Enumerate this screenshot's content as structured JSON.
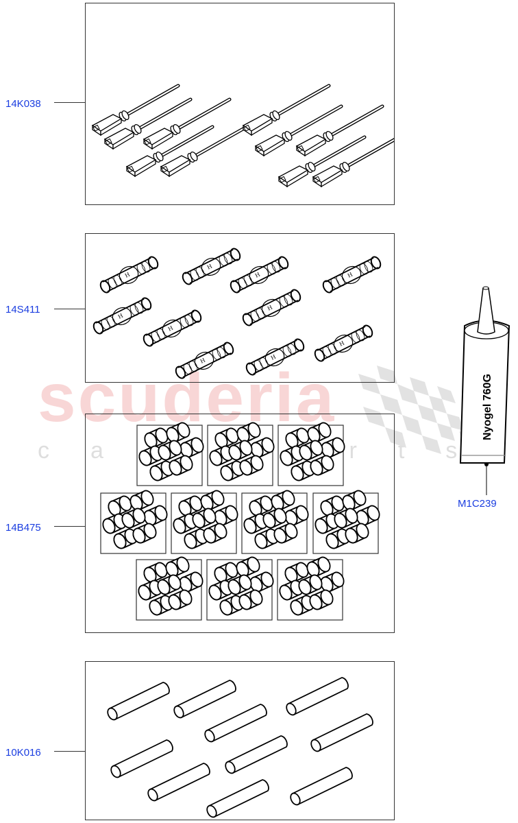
{
  "diagram": {
    "type": "parts-exploded-view",
    "watermark": {
      "main": "scuderia",
      "sub": "car parts"
    },
    "callouts": [
      {
        "id": "14K038",
        "label": "14K038",
        "description": "terminal connector pins with seals and wire leads",
        "count": 10
      },
      {
        "id": "14S411",
        "label": "14S411",
        "description": "crimp butt-splice connectors",
        "count": 11
      },
      {
        "id": "14B475",
        "label": "14B475",
        "description": "packs of heat-shrink sleeves",
        "packs": 10,
        "per_pack": 7
      },
      {
        "id": "10K016",
        "label": "10K016",
        "description": "heat-shrink tubing lengths",
        "count": 11
      },
      {
        "id": "M1C239",
        "label": "M1C239",
        "description": "grease tube",
        "tube_text": "Nyogel 760G"
      }
    ],
    "colors": {
      "label": "#1a3de0",
      "line": "#333333",
      "watermark_red": "#f8d6d6",
      "watermark_grey": "#dedede"
    }
  }
}
